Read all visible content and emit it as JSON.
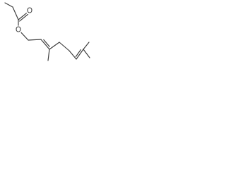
{
  "molecule": {
    "atoms": [
      {
        "id": "methyl-ester",
        "symbol": ""
      },
      {
        "id": "ch2-ester",
        "symbol": ""
      },
      {
        "id": "carbonyl-c",
        "symbol": ""
      },
      {
        "id": "carbonyl-o",
        "symbol": "O"
      },
      {
        "id": "ester-o",
        "symbol": "O"
      },
      {
        "id": "c1",
        "symbol": ""
      },
      {
        "id": "c2",
        "symbol": ""
      },
      {
        "id": "c3",
        "symbol": ""
      },
      {
        "id": "c3-methyl",
        "symbol": ""
      },
      {
        "id": "c4",
        "symbol": ""
      },
      {
        "id": "c5",
        "symbol": ""
      },
      {
        "id": "c6",
        "symbol": ""
      },
      {
        "id": "c7",
        "symbol": ""
      },
      {
        "id": "c7-methyl-a",
        "symbol": ""
      },
      {
        "id": "c7-methyl-b",
        "symbol": ""
      }
    ],
    "bonds": [
      {
        "from": "methyl-ester",
        "to": "ch2-ester",
        "order": 1
      },
      {
        "from": "ch2-ester",
        "to": "carbonyl-c",
        "order": 1
      },
      {
        "from": "carbonyl-c",
        "to": "carbonyl-o",
        "order": 2
      },
      {
        "from": "carbonyl-c",
        "to": "ester-o",
        "order": 1
      },
      {
        "from": "ester-o",
        "to": "c1",
        "order": 1
      },
      {
        "from": "c1",
        "to": "c2",
        "order": 1
      },
      {
        "from": "c2",
        "to": "c3",
        "order": 2
      },
      {
        "from": "c3",
        "to": "c3-methyl",
        "order": 1
      },
      {
        "from": "c3",
        "to": "c4",
        "order": 1
      },
      {
        "from": "c4",
        "to": "c5",
        "order": 1
      },
      {
        "from": "c5",
        "to": "c6",
        "order": 1
      },
      {
        "from": "c6",
        "to": "c7",
        "order": 2
      },
      {
        "from": "c7",
        "to": "c7-methyl-a",
        "order": 1
      },
      {
        "from": "c7",
        "to": "c7-methyl-b",
        "order": 1
      }
    ]
  }
}
